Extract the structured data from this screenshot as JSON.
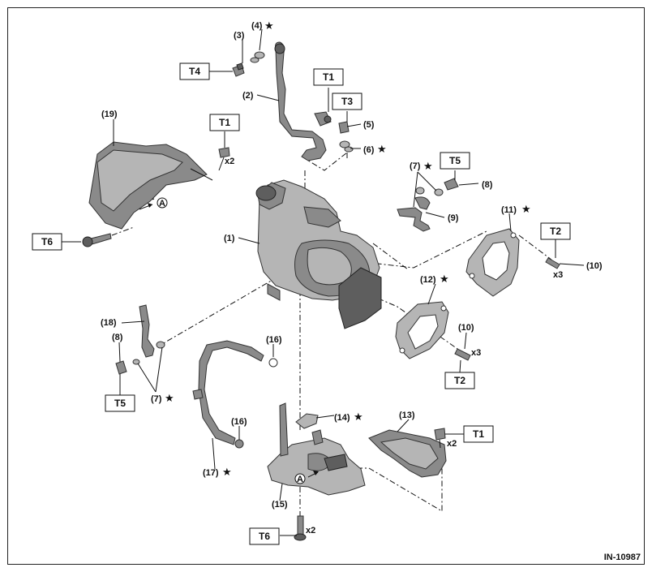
{
  "doc_code": "IN-10987",
  "callout_labels": {
    "p1": "(1)",
    "p2": "(2)",
    "p3": "(3)",
    "p4": "(4)",
    "p5": "(5)",
    "p6": "(6)",
    "p7a": "(7)",
    "p7b": "(7)",
    "p8a": "(8)",
    "p8b": "(8)",
    "p9": "(9)",
    "p10a": "(10)",
    "p10b": "(10)",
    "p11": "(11)",
    "p12": "(12)",
    "p13": "(13)",
    "p14": "(14)",
    "p15": "(15)",
    "p16a": "(16)",
    "p16b": "(16)",
    "p17": "(17)",
    "p18": "(18)",
    "p19": "(19)"
  },
  "torque_labels": {
    "t1a": "T1",
    "t1b": "T1",
    "t1c": "T1",
    "t2a": "T2",
    "t2b": "T2",
    "t3": "T3",
    "t4": "T4",
    "t5a": "T5",
    "t5b": "T5",
    "t6a": "T6",
    "t6b": "T6"
  },
  "quantity_labels": {
    "q1": "x2",
    "q2": "x3",
    "q3": "x3",
    "q4": "x2",
    "q5": "x2"
  },
  "reference_mark": "A",
  "star_symbol": "★"
}
